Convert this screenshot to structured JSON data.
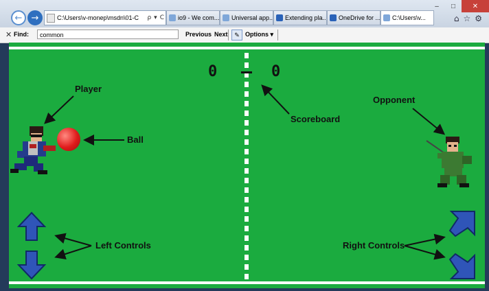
{
  "browser": {
    "address": "C:\\Users\\v-monep\\msdn\\01-C",
    "address_controls": [
      "ρ",
      "▾",
      "C"
    ],
    "tabs": [
      {
        "label": "io9 - We com...",
        "color": "#3b7dd8"
      },
      {
        "label": "Universal app...",
        "color": "#3b7dd8"
      },
      {
        "label": "Extending pla...",
        "color": "#2a62b8"
      },
      {
        "label": "OneDrive for ...",
        "color": "#2a62b8"
      },
      {
        "label": "C:\\Users\\v...",
        "color": "#3b7dd8"
      }
    ],
    "window_controls": {
      "minimize": "–",
      "maximize": "□",
      "close": "✕"
    },
    "tool_icons": [
      "home-icon",
      "star-icon",
      "gear-icon"
    ]
  },
  "findbar": {
    "close": "✕",
    "label": "Find:",
    "value": "common",
    "previous": "Previous",
    "next": "Next",
    "options": "Options ▾"
  },
  "game": {
    "score_left": "0",
    "score_right": "0",
    "labels": {
      "player": "Player",
      "ball": "Ball",
      "scoreboard": "Scoreboard",
      "opponent": "Opponent",
      "left_controls": "Left Controls",
      "right_controls": "Right Controls"
    },
    "colors": {
      "field": "#1bab3f",
      "arrow": "#2f55b8",
      "ball": "#e01b1b"
    }
  }
}
